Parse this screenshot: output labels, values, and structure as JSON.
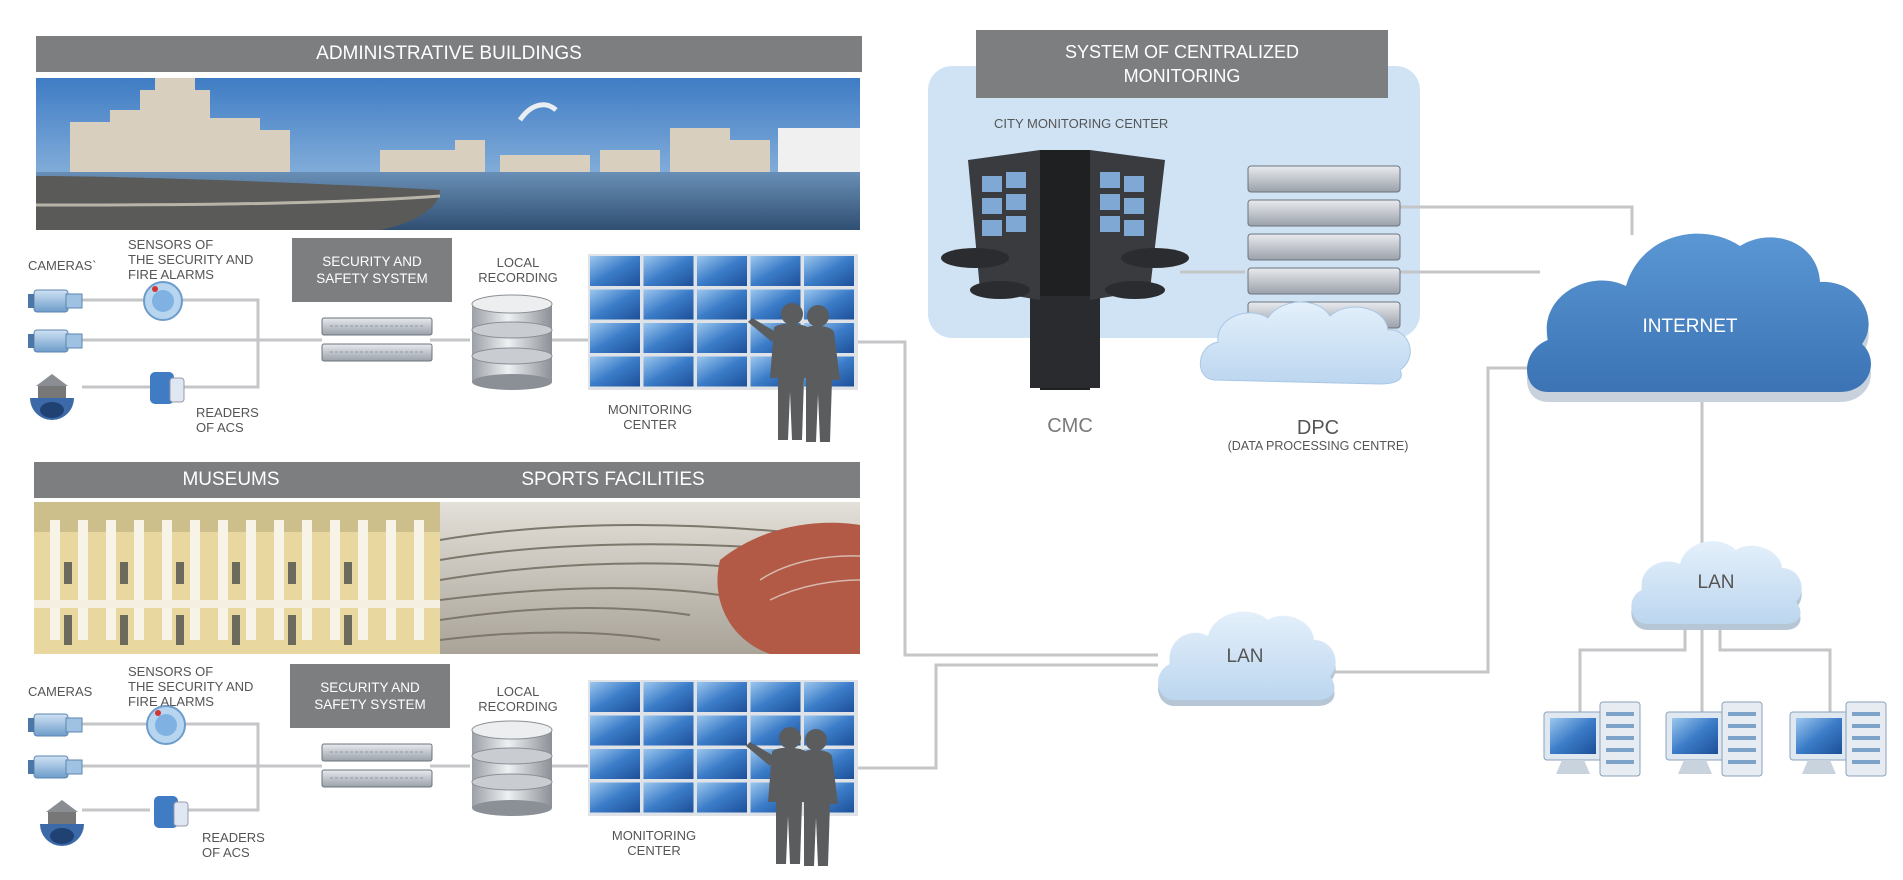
{
  "admin": {
    "title": "ADMINISTRATIVE BUILDINGS",
    "cameras": "CAMERAS`",
    "sensors": "SENSORS OF\nTHE SECURITY AND\nFIRE ALARMS",
    "security": "SECURITY AND\nSAFETY SYSTEM",
    "recording": "LOCAL\nRECORDING",
    "readers": "READERS\nOF ACS",
    "monitoring": "MONITORING\nCENTER"
  },
  "museums": {
    "title": "MUSEUMS"
  },
  "sports": {
    "title": "SPORTS FACILITIES",
    "cameras": "CAMERAS",
    "sensors": "SENSORS OF\nTHE SECURITY AND\nFIRE ALARMS",
    "security": "SECURITY AND\nSAFETY SYSTEM",
    "recording": "LOCAL\nRECORDING",
    "readers": "READERS\nOF ACS",
    "monitoring": "MONITORING\nCENTER"
  },
  "central": {
    "title": "SYSTEM OF CENTRALIZED\nMONITORING",
    "city_center": "CITY MONITORING CENTER",
    "cmc": "CMC",
    "dpc": "DPC",
    "dpc_full": "(DATA PROCESSING CENTRE)"
  },
  "network": {
    "internet": "INTERNET",
    "lan_left": "LAN",
    "lan_right": "LAN"
  },
  "colors": {
    "banner": "#7d7e80",
    "panel": "#cfe3f5",
    "cloud_dark": "#4a86c5",
    "cloud_light": "#cfe4f7",
    "line": "#c4c6c8"
  }
}
